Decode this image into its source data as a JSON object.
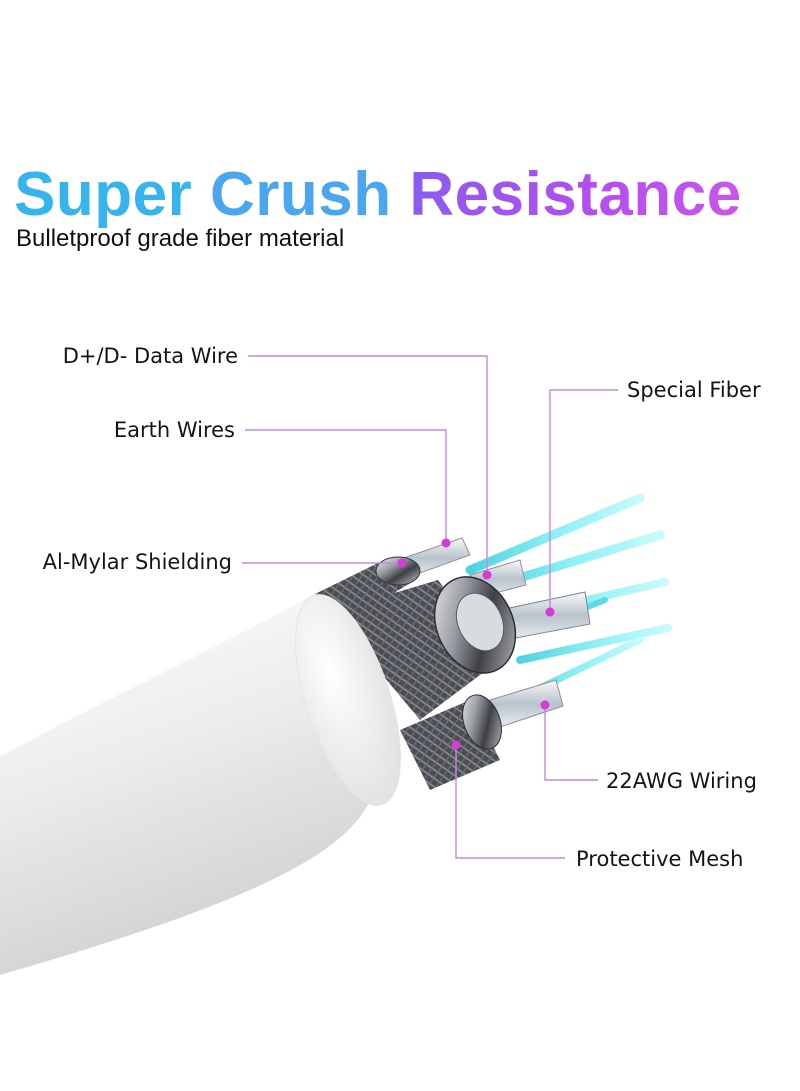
{
  "headline": {
    "words": [
      "Super",
      "Crush",
      "Resistance"
    ],
    "colors": {
      "blue": "#35b4ee",
      "purple_start": "#8a5cf0",
      "purple_end": "#c857ec"
    }
  },
  "subtitle": "Bulletproof grade fiber material",
  "callouts": {
    "data_wire": "D+/D- Data Wire",
    "earth_wires": "Earth Wires",
    "shielding": "Al-Mylar Shielding",
    "special_fiber": "Special Fiber",
    "wiring": "22AWG Wiring",
    "mesh": "Protective Mesh"
  },
  "colors": {
    "leader_line": "#c489dc",
    "dot": "#d63bd6",
    "cable": "#eeeeee",
    "fiber": "#79e3ec",
    "mesh": "#5a5c62"
  }
}
